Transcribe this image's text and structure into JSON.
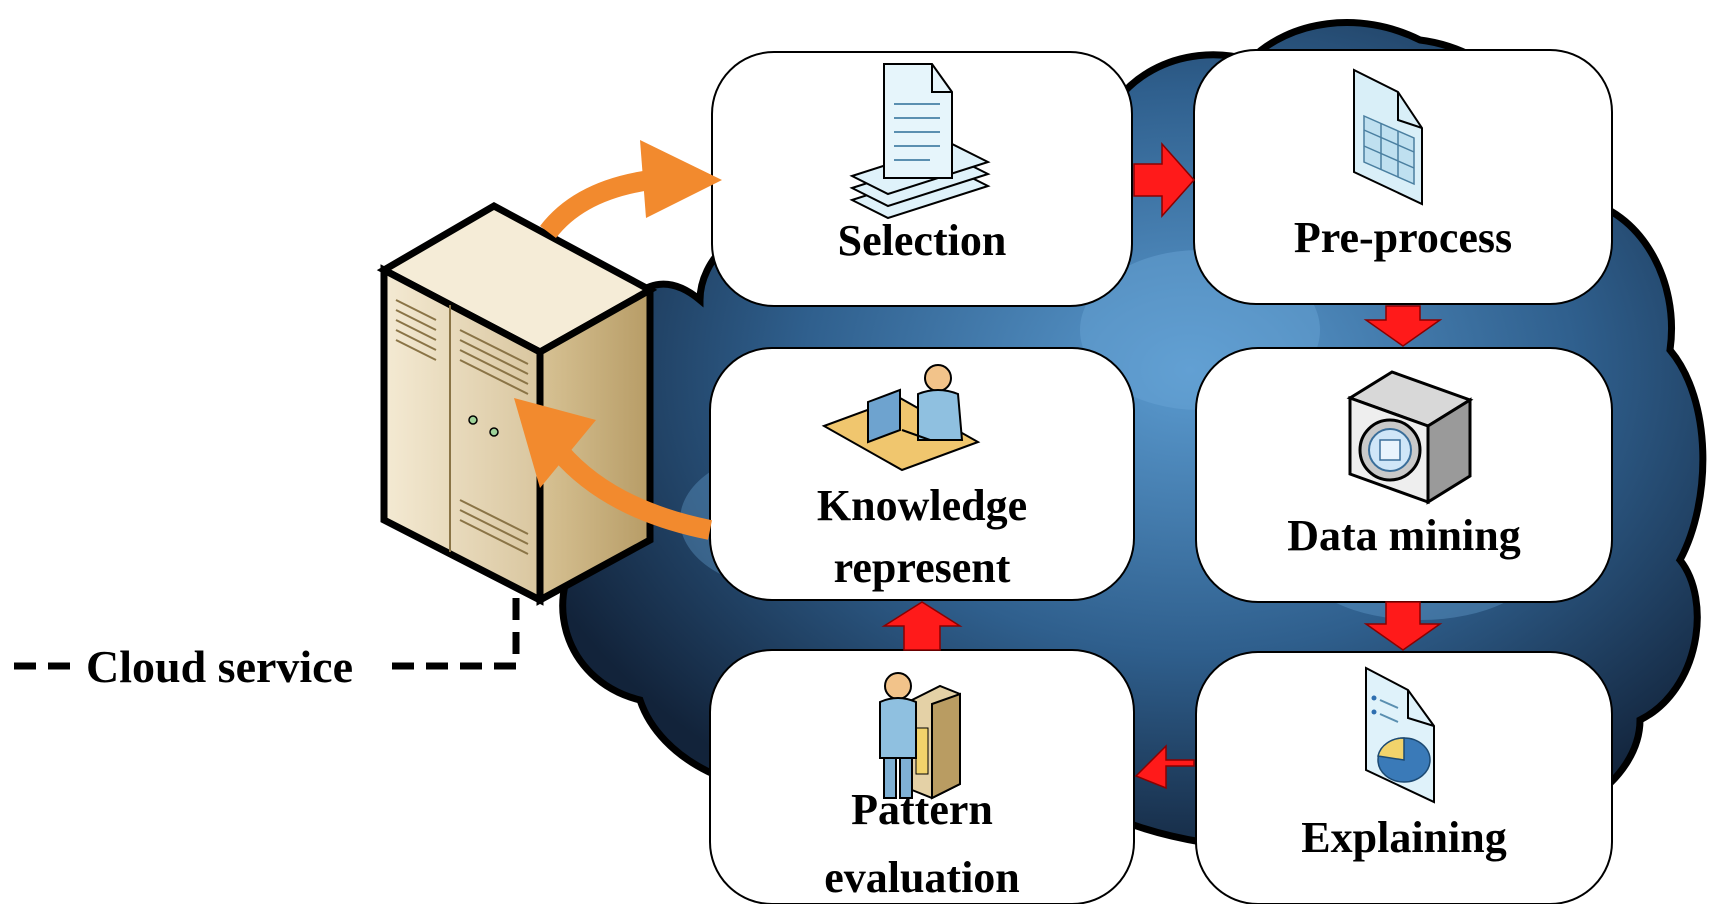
{
  "service_label": "Cloud service",
  "steps": {
    "selection": {
      "label": "Selection",
      "icon": "documents-stack-icon"
    },
    "preprocess": {
      "label": "Pre-process",
      "icon": "spreadsheet-document-icon"
    },
    "datamining": {
      "label": "Data mining",
      "icon": "magnifier-box-icon"
    },
    "explaining": {
      "label": "Explaining",
      "icon": "pie-chart-document-icon"
    },
    "evaluation": {
      "line1": "Pattern",
      "line2": "evaluation",
      "icon": "person-with-server-icon"
    },
    "knowledge": {
      "line1": "Knowledge",
      "line2": "represent",
      "icon": "person-at-desk-icon"
    }
  },
  "colors": {
    "cloud_dark": "#14263f",
    "cloud_light": "#4f8fc4",
    "flow_arrow": "#ff1a1a",
    "server_arrow": "#f28a2e",
    "server_body": "#e9dcc0"
  }
}
